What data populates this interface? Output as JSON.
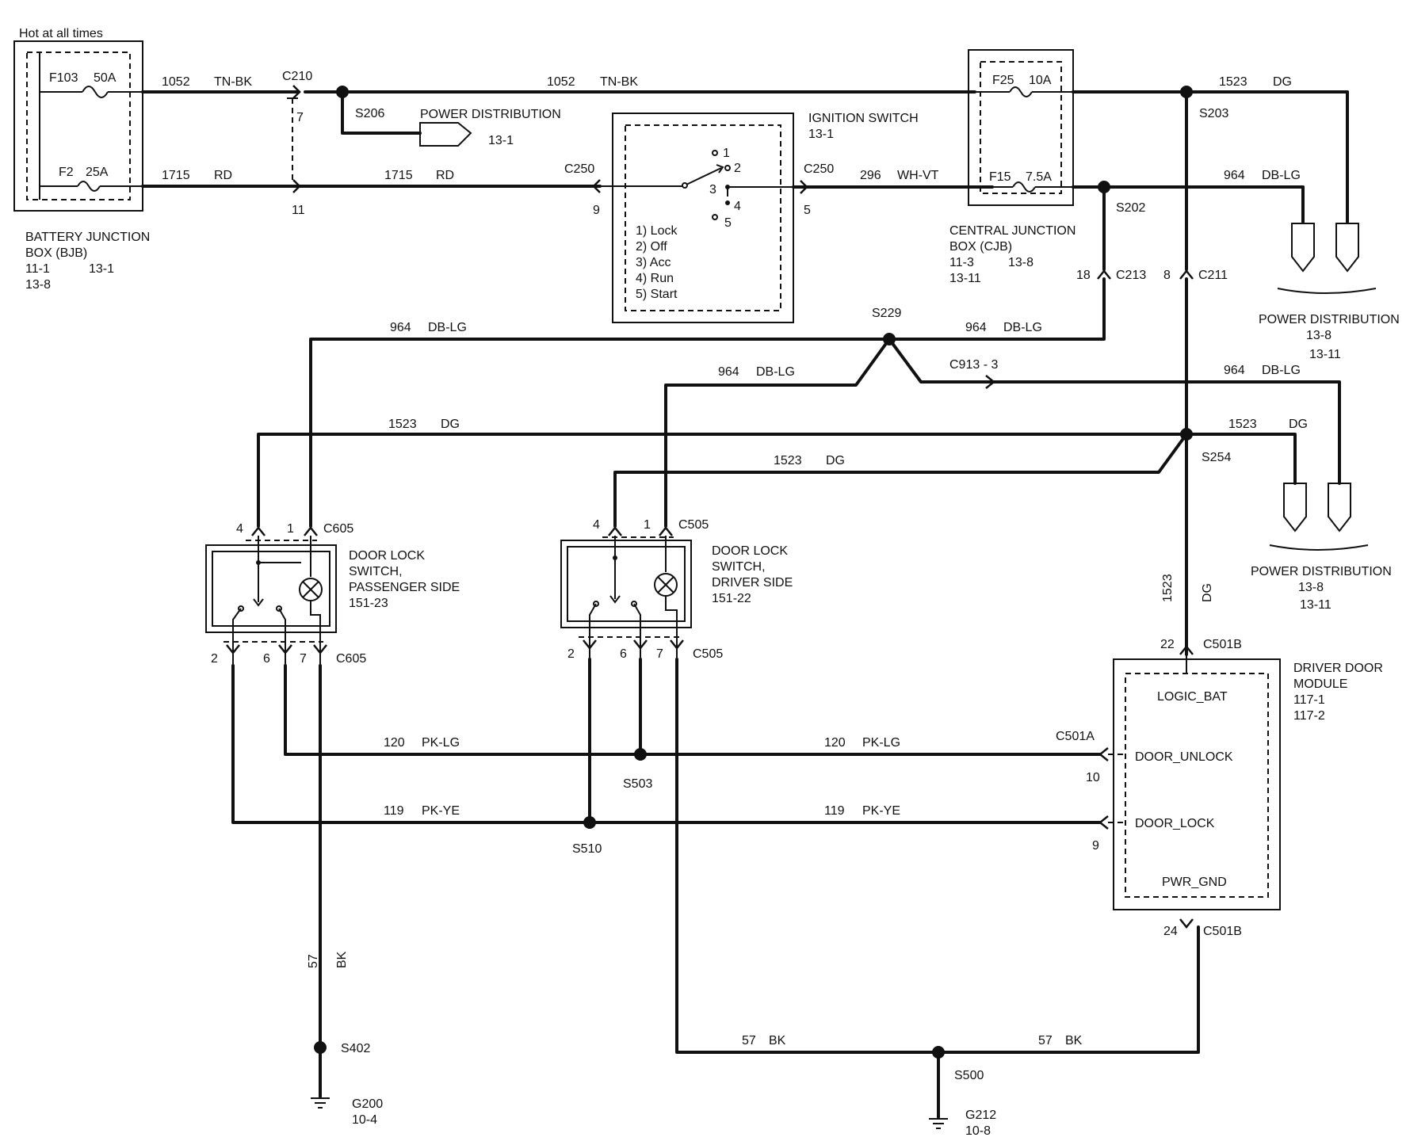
{
  "hot_label": "Hot at all times",
  "bjb": {
    "fuse_top_id": "F103",
    "fuse_top_rating": "50A",
    "fuse_bot_id": "F2",
    "fuse_bot_rating": "25A",
    "name_line1": "BATTERY JUNCTION",
    "name_line2": "BOX (BJB)",
    "ref1": "11-1",
    "ref2": "13-1",
    "ref3": "13-8"
  },
  "cjb": {
    "fuse_top_id": "F25",
    "fuse_top_rating": "10A",
    "fuse_bot_id": "F15",
    "fuse_bot_rating": "7.5A",
    "name_line1": "CENTRAL JUNCTION",
    "name_line2": "BOX (CJB)",
    "ref1": "11-3",
    "ref2": "13-8",
    "ref3": "13-11"
  },
  "ignition": {
    "title": "IGNITION SWITCH",
    "ref": "13-1",
    "positions": [
      "1) Lock",
      "2) Off",
      "3) Acc",
      "4) Run",
      "5) Start"
    ],
    "pin_nums": [
      "1",
      "2",
      "3",
      "4",
      "5"
    ],
    "left_conn": "C250",
    "left_pin": "9",
    "right_conn": "C250",
    "right_pin": "5"
  },
  "power_dist": {
    "top_label": "POWER DISTRIBUTION",
    "top_ref": "13-1",
    "right1_label": "POWER DISTRIBUTION",
    "right1_ref1": "13-8",
    "right1_ref2": "13-11",
    "right2_label": "POWER DISTRIBUTION",
    "right2_ref1": "13-8",
    "right2_ref2": "13-11"
  },
  "wires": {
    "w1052a_num": "1052",
    "w1052a_col": "TN-BK",
    "w1052b_num": "1052",
    "w1052b_col": "TN-BK",
    "w1715a_num": "1715",
    "w1715a_col": "RD",
    "w1715b_num": "1715",
    "w1715b_col": "RD",
    "w296_num": "296",
    "w296_col": "WH-VT",
    "w1523a_num": "1523",
    "w1523a_col": "DG",
    "w964a_num": "964",
    "w964a_col": "DB-LG",
    "w964b_num": "964",
    "w964b_col": "DB-LG",
    "w964c_num": "964",
    "w964c_col": "DB-LG",
    "w964d_num": "964",
    "w964d_col": "DB-LG",
    "w964e_num": "964",
    "w964e_col": "DB-LG",
    "w1523b_num": "1523",
    "w1523b_col": "DG",
    "w1523c_num": "1523",
    "w1523c_col": "DG",
    "w1523d_num": "1523",
    "w1523d_col": "DG",
    "w1523v_num": "1523",
    "w1523v_col": "DG",
    "w120a_num": "120",
    "w120a_col": "PK-LG",
    "w120b_num": "120",
    "w120b_col": "PK-LG",
    "w119a_num": "119",
    "w119a_col": "PK-YE",
    "w119b_num": "119",
    "w119b_col": "PK-YE",
    "w57v_num": "57",
    "w57v_col": "BK",
    "w57a_num": "57",
    "w57a_col": "BK",
    "w57b_num": "57",
    "w57b_col": "BK"
  },
  "connectors": {
    "c210": "C210",
    "c210_p7": "7",
    "c210_p11": "11",
    "c213": "C213",
    "c213_pin": "18",
    "c211": "C211",
    "c211_pin": "8",
    "c913": "C913 - 3"
  },
  "splices": {
    "s206": "S206",
    "s203": "S203",
    "s202": "S202",
    "s229": "S229",
    "s254": "S254",
    "s503": "S503",
    "s510": "S510",
    "s402": "S402",
    "s500": "S500"
  },
  "grounds": {
    "g200": "G200",
    "g200_ref": "10-4",
    "g212": "G212",
    "g212_ref": "10-8"
  },
  "pass_switch": {
    "line1": "DOOR LOCK",
    "line2": "SWITCH,",
    "line3": "PASSENGER SIDE",
    "ref": "151-23",
    "conn_top": "C605",
    "conn_bot": "C605",
    "pin4": "4",
    "pin1": "1",
    "pin2": "2",
    "pin6": "6",
    "pin7": "7"
  },
  "drv_switch": {
    "line1": "DOOR LOCK",
    "line2": "SWITCH,",
    "line3": "DRIVER SIDE",
    "ref": "151-22",
    "conn_top": "C505",
    "conn_bot": "C505",
    "pin4": "4",
    "pin1": "1",
    "pin2": "2",
    "pin6": "6",
    "pin7": "7"
  },
  "ddm": {
    "line1": "DRIVER DOOR",
    "line2": "MODULE",
    "ref1": "117-1",
    "ref2": "117-2",
    "logic_bat": "LOGIC_BAT",
    "door_unlock": "DOOR_UNLOCK",
    "door_lock": "DOOR_LOCK",
    "pwr_gnd": "PWR_GND",
    "c501b_top": "C501B",
    "pin22": "22",
    "c501a": "C501A",
    "pin10": "10",
    "pin9": "9",
    "c501b_bot": "C501B",
    "pin24": "24"
  }
}
